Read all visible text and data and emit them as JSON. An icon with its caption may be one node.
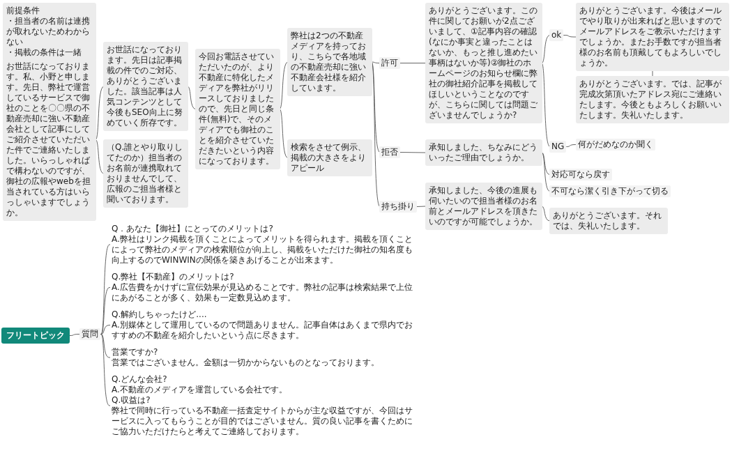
{
  "diagram": {
    "nodes": [
      {
        "text": [
          "前提条件",
          "・担当者の名前は連携が取れないためわからない",
          "・掲載の条件は一緒"
        ]
      },
      {
        "text": [
          "お世話になっております。私、小野と申します。先日、弊社で運営しているサービスで御社のことを〇〇県の不動産売却に強い不動産会社として記事にしてご紹介させていただいた件でご連絡いたしました。いらっしゃればで構わないのですが、御社の広報やwebを担当されている方はいらっしゃいますでしょうか。"
        ]
      },
      {
        "text": [
          "お世話になっております。先日は記事掲載の件でのご対応、ありがとうございました。該当記事は人気コンテンツとして今後もSEO向上に努めていく所存です。"
        ]
      },
      {
        "text": [
          "（Q.誰とやり取りしてたのか）担当者のお名前が連携取れておりませんでして、広報のご担当者様と聞いております。"
        ]
      },
      {
        "text": [
          "今回お電話させていただいたのが、より不動産に特化したメディアを弊社がリリースしておりましたので、先日と同じ条件(無料)で、そのメディアでも御社のことを紹介させていただきたいという内容になっております。"
        ]
      },
      {
        "text": [
          "弊社は2つの不動産メディアを持っており、こちらで各地域の不動産売却に強い不動産会社様を紹介しています。"
        ]
      },
      {
        "text": [
          "検索をさせて例示、掲載の大きさをよりアピール"
        ]
      },
      {
        "text": [
          "許可"
        ]
      },
      {
        "text": [
          "ありがとうございます。この件に関してお願いが2点ございまして、①記事内容の確認(なにか事実と違ったことはないか、もっと推し進めたい事柄はないか等)②御社のホームページのお知らせ欄に弊社の御社紹介記事を掲載してほしいということなのですが、こちらに関しては問題ございませんでしょうか?"
        ]
      },
      {
        "text": [
          "ok"
        ]
      },
      {
        "text": [
          "ありがとうございます。今後はメールでやり取りが出来ればと思いますのでメールアドレスをご教示いただけますでしょうか。またお手数ですが担当者様のお名前も頂戴してもよろしいでしょうか。"
        ]
      },
      {
        "text": [
          "ありがとうございます。では、記事が完成次第頂いたアドレス宛にご連絡いたします。今後ともよろしくお願いいたします。失礼いたします。"
        ]
      },
      {
        "text": [
          "NG"
        ]
      },
      {
        "text": [
          "何がだめなのか聞く"
        ]
      },
      {
        "text": [
          "拒否"
        ]
      },
      {
        "text": [
          "承知しました、ちなみにどういったご理由でしょうか。"
        ]
      },
      {
        "text": [
          "対応可なら戻す"
        ]
      },
      {
        "text": [
          "不可なら潔く引き下がって切る"
        ]
      },
      {
        "text": [
          "持ち掛り"
        ]
      },
      {
        "text": [
          "承知しました、今後の進展も伺いたいので担当者様のお名前とメールアドレスを頂きたいのですが可能でしょうか。"
        ]
      },
      {
        "text": [
          "ありがとうございます。それでは、失礼いたします。"
        ]
      },
      {
        "text": [
          "フリートピック"
        ]
      },
      {
        "text": [
          "質問"
        ]
      },
      {
        "text": [
          "Q．あなた【御社】にとってのメリットは?",
          "A.弊社はリンク掲載を頂くことによってメリットを得られます。掲載を頂くことによって弊社のメディアの検索順位が向上し、掲載をいただけた御社の知名度も向上するのでWINWINの関係を築きあげることが出来ます。"
        ]
      },
      {
        "text": [
          "Q.弊社【不動産】のメリットは?",
          "A.広告費をかけずに宣伝効果が見込めることです。弊社の記事は検索結果で上位にあがることが多く、効果も一定数見込めます。"
        ]
      },
      {
        "text": [
          "Q.解約しちゃったけど....",
          "A.別媒体として運用しているので問題ありません。記事自体はあくまで県内でおすすめの不動産を紹介したいという点に尽きます。"
        ]
      },
      {
        "text": [
          "営業ですか?",
          "営業ではございません。金額は一切かからないものとなっております。"
        ]
      },
      {
        "text": [
          "Q.どんな会社?",
          "A.不動産のメディアを運営している会社です。",
          "Q.収益は?",
          "弊社で同時に行っている不動産一括査定サイトからが主な収益ですが、今回はサービスに入ってもらうことが目的ではございません。質の良い記事を書くためにご協力いただけたらと考えてご連絡しております。"
        ]
      }
    ],
    "edges": [
      {
        "from": 1,
        "to": 2,
        "arrow": "none"
      },
      {
        "from": 1,
        "to": 3,
        "arrow": "none"
      },
      {
        "from": 2,
        "to": 4,
        "arrow": "none"
      },
      {
        "from": 4,
        "to": 5,
        "arrow": "none"
      },
      {
        "from": 4,
        "to": 6,
        "arrow": "none"
      },
      {
        "from": 5,
        "to": 7,
        "arrow": "none"
      },
      {
        "from": 5,
        "to": 14,
        "arrow": "none"
      },
      {
        "from": 5,
        "to": 18,
        "arrow": "none"
      },
      {
        "from": 7,
        "to": 8,
        "arrow": "none"
      },
      {
        "from": 8,
        "to": 9,
        "arrow": "none"
      },
      {
        "from": 8,
        "to": 12,
        "arrow": "none"
      },
      {
        "from": 9,
        "to": 10,
        "arrow": "none"
      },
      {
        "from": 10,
        "to": 11,
        "arrow": "none"
      },
      {
        "from": 12,
        "to": 13,
        "arrow": "none"
      },
      {
        "from": 14,
        "to": 15,
        "arrow": "none"
      },
      {
        "from": 15,
        "to": 16,
        "arrow": "none"
      },
      {
        "from": 15,
        "to": 17,
        "arrow": "none"
      },
      {
        "from": 18,
        "to": 19,
        "arrow": "none"
      },
      {
        "from": 19,
        "to": 20,
        "arrow": "none"
      },
      {
        "from": 21,
        "to": 22,
        "arrow": "none"
      },
      {
        "from": 22,
        "to": 23,
        "arrow": "none"
      },
      {
        "from": 22,
        "to": 24,
        "arrow": "none"
      },
      {
        "from": 22,
        "to": 25,
        "arrow": "none"
      },
      {
        "from": 22,
        "to": 26,
        "arrow": "none"
      },
      {
        "from": 22,
        "to": 27,
        "arrow": "none"
      }
    ]
  }
}
